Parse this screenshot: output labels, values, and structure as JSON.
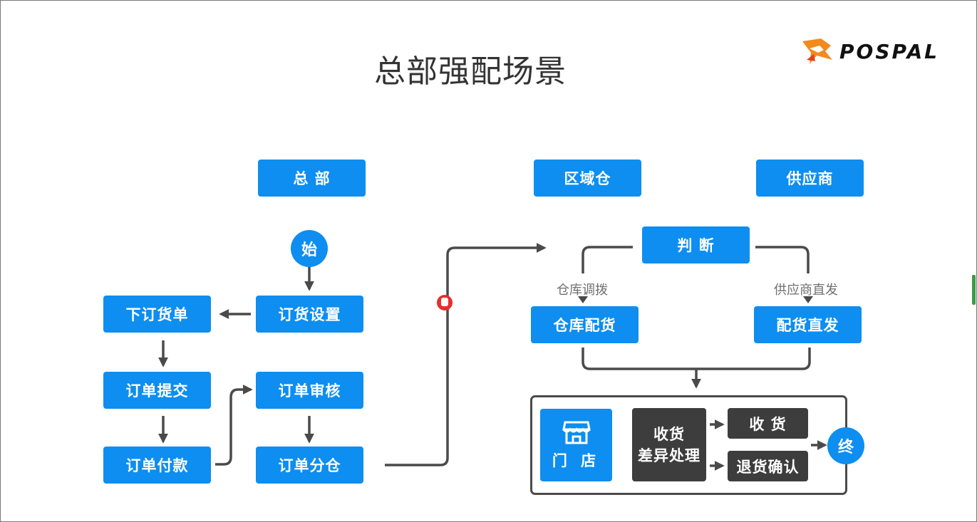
{
  "title": "总部强配场景",
  "logo": {
    "text": "POSPAL",
    "mark": "pospal-fox-logo"
  },
  "columns": {
    "hq": "总 部",
    "regional": "区域仓",
    "supplier": "供应商"
  },
  "nodes": {
    "start": "始",
    "order_settings": "订货设置",
    "place_order": "下订货单",
    "submit_order": "订单提交",
    "pay_order": "订单付款",
    "review_order": "订单审核",
    "split_order": "订单分仓",
    "decide": "判 断",
    "warehouse_dist": "仓库配货",
    "direct_ship": "配货直发",
    "store": "门 店",
    "recv_diff_line1": "收货",
    "recv_diff_line2": "差异处理",
    "receive": "收 货",
    "return_confirm": "退货确认",
    "end": "终"
  },
  "edge_labels": {
    "transfer": "仓库调拨",
    "supplier_direct": "供应商直发"
  },
  "colors": {
    "blue": "#0d8ef0",
    "dark": "#3d3d3d",
    "line": "#4a4a4a"
  },
  "icons": [
    "store-icon",
    "cursor-hand-icon"
  ]
}
